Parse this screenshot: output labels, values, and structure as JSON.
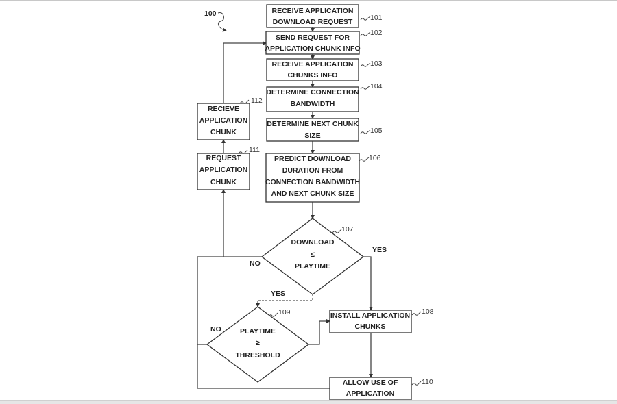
{
  "figure": {
    "label": "100",
    "nodes": {
      "n101": {
        "ref": "101",
        "lines": [
          "RECEIVE APPLICATION",
          "DOWNLOAD REQUEST"
        ]
      },
      "n102": {
        "ref": "102",
        "lines": [
          "SEND REQUEST FOR",
          "APPLICATION CHUNK INFO"
        ]
      },
      "n103": {
        "ref": "103",
        "lines": [
          "RECEIVE APPLICATION",
          "CHUNKS INFO"
        ]
      },
      "n104": {
        "ref": "104",
        "lines": [
          "DETERMINE CONNECTION",
          "BANDWIDTH"
        ]
      },
      "n105": {
        "ref": "105",
        "lines": [
          "DETERMINE NEXT CHUNK",
          "SIZE"
        ]
      },
      "n106": {
        "ref": "106",
        "lines": [
          "PREDICT DOWNLOAD",
          "DURATION FROM",
          "CONNECTION BANDWIDTH",
          "AND NEXT CHUNK SIZE"
        ]
      },
      "n107": {
        "ref": "107",
        "lines": [
          "DOWNLOAD",
          "≤",
          "PLAYTIME"
        ]
      },
      "n108": {
        "ref": "108",
        "lines": [
          "INSTALL APPLICATION",
          "CHUNKS"
        ]
      },
      "n109": {
        "ref": "109",
        "lines": [
          "PLAYTIME",
          "≥",
          "THRESHOLD"
        ]
      },
      "n110": {
        "ref": "110",
        "lines": [
          "ALLOW USE OF",
          "APPLICATION"
        ]
      },
      "n111": {
        "ref": "111",
        "lines": [
          "REQUEST",
          "APPLICATION",
          "CHUNK"
        ]
      },
      "n112": {
        "ref": "112",
        "lines": [
          "RECIEVE",
          "APPLICATION",
          "CHUNK"
        ]
      }
    },
    "edge_labels": {
      "d107_yes_right": "YES",
      "d107_no_left": "NO",
      "d107_yes_down": "YES",
      "d109_no_left": "NO"
    }
  }
}
